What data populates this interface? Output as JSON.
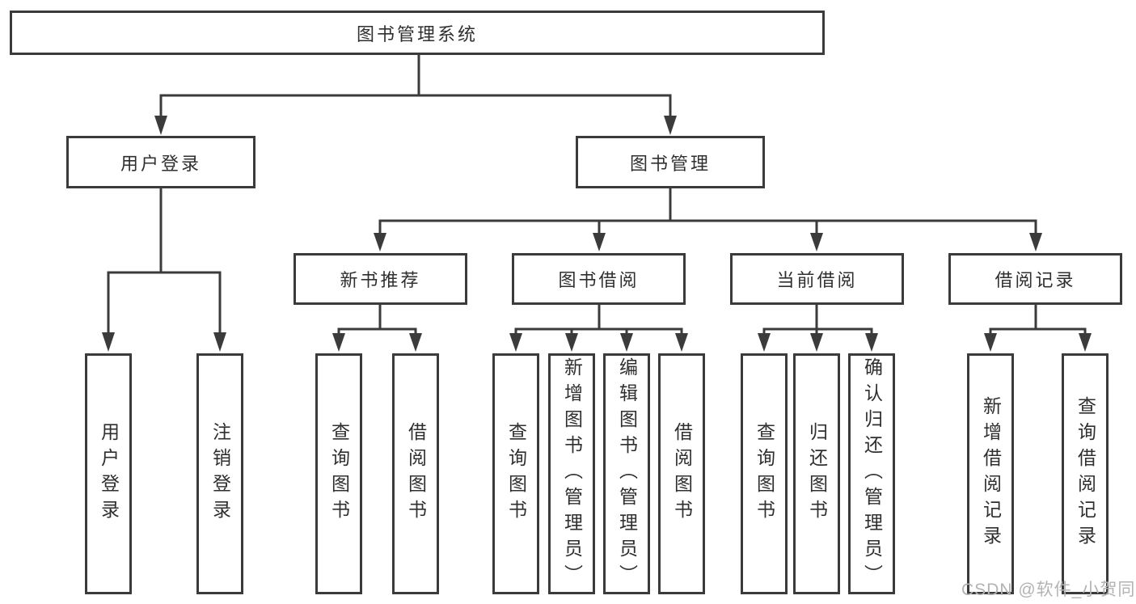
{
  "colors": {
    "line": "#3b3b3b",
    "text": "#2f2f2f",
    "watermark": "#b3b3b3",
    "background": "#ffffff"
  },
  "watermark": {
    "text": "CSDN @软件_小贺同学"
  },
  "tree": {
    "label": "图书管理系统",
    "children": [
      {
        "label": "用户登录",
        "children": [
          {
            "label": "用户登录"
          },
          {
            "label": "注销登录"
          }
        ]
      },
      {
        "label": "图书管理",
        "children": [
          {
            "label": "新书推荐",
            "children": [
              {
                "label": "查询图书"
              },
              {
                "label": "借阅图书"
              }
            ]
          },
          {
            "label": "图书借阅",
            "children": [
              {
                "label": "查询图书"
              },
              {
                "label": "新增图书（管理员）"
              },
              {
                "label": "编辑图书（管理员）"
              },
              {
                "label": "借阅图书"
              }
            ]
          },
          {
            "label": "当前借阅",
            "children": [
              {
                "label": "查询图书"
              },
              {
                "label": "归还图书"
              },
              {
                "label": "确认归还（管理员）"
              }
            ]
          },
          {
            "label": "借阅记录",
            "children": [
              {
                "label": "新增借阅记录"
              },
              {
                "label": "查询借阅记录"
              }
            ]
          }
        ]
      }
    ]
  }
}
